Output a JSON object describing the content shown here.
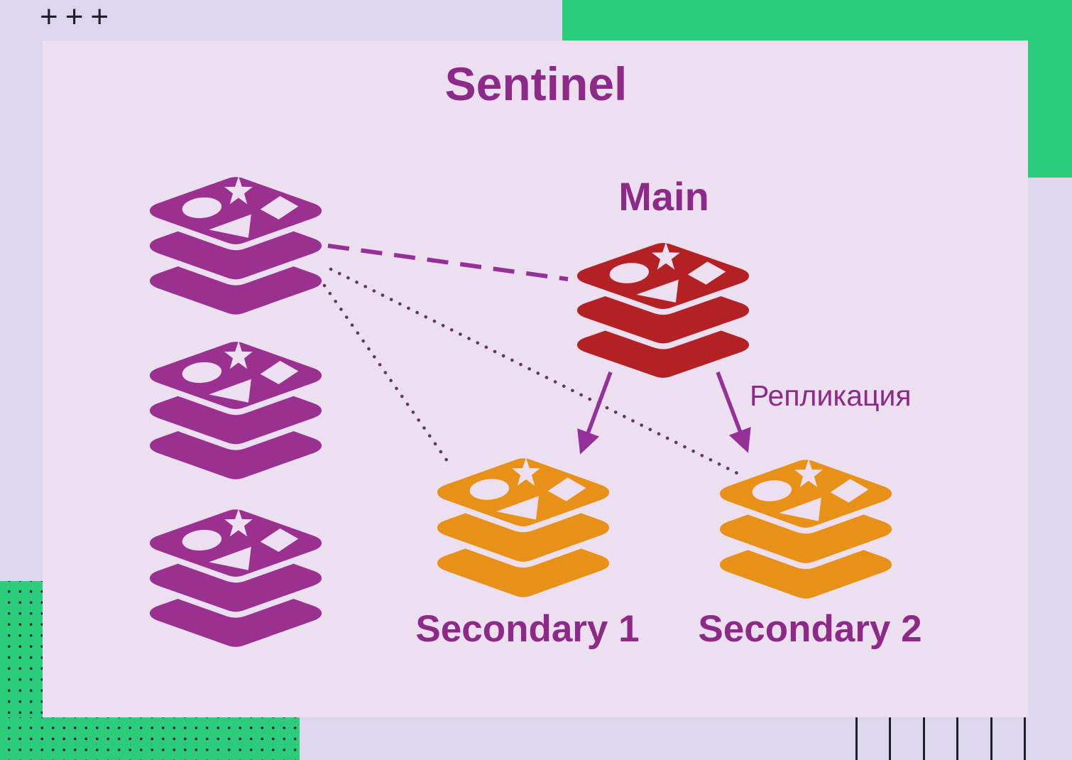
{
  "colors": {
    "page_bg": "#dcd7ee",
    "panel_bg": "#ecdff0",
    "green": "#2bcc7b",
    "node_purple": "#9a3190",
    "node_red": "#b42125",
    "node_orange": "#e89118",
    "text_purple": "#8d2a88",
    "line_purple": "#943097",
    "dotted_purple": "#5f3a5c",
    "dark_marks": "#1e1f2b"
  },
  "decor": {
    "plus_marks": "+++"
  },
  "diagram": {
    "title": "Sentinel",
    "labels": {
      "main": "Main",
      "secondary_1": "Secondary 1",
      "secondary_2": "Secondary 2",
      "replication": "Репликация"
    },
    "nodes": [
      {
        "id": "sentinel-1",
        "kind": "redis-db-icon",
        "role": "sentinel",
        "color": "node_purple"
      },
      {
        "id": "sentinel-2",
        "kind": "redis-db-icon",
        "role": "sentinel",
        "color": "node_purple"
      },
      {
        "id": "sentinel-3",
        "kind": "redis-db-icon",
        "role": "sentinel",
        "color": "node_purple"
      },
      {
        "id": "main",
        "kind": "redis-db-icon",
        "role": "primary",
        "color": "node_red"
      },
      {
        "id": "secondary-1",
        "kind": "redis-db-icon",
        "role": "replica",
        "color": "node_orange"
      },
      {
        "id": "secondary-2",
        "kind": "redis-db-icon",
        "role": "replica",
        "color": "node_orange"
      }
    ],
    "edges": [
      {
        "from": "sentinel-1",
        "to": "main",
        "style": "dashed"
      },
      {
        "from": "sentinel-1",
        "to": "secondary-1",
        "style": "dotted"
      },
      {
        "from": "sentinel-1",
        "to": "secondary-2",
        "style": "dotted"
      },
      {
        "from": "main",
        "to": "secondary-1",
        "style": "arrow",
        "label": ""
      },
      {
        "from": "main",
        "to": "secondary-2",
        "style": "arrow",
        "label": "Репликация"
      }
    ]
  }
}
